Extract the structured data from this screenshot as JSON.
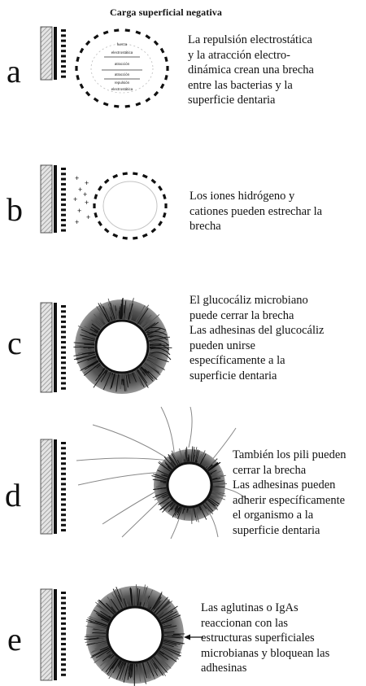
{
  "title": "Carga superficial negativa",
  "panel_a_inner": [
    "fuerza",
    "electrostática",
    "atracción",
    "atracción",
    "repulsión",
    "electrostática"
  ],
  "panels": [
    {
      "letter": "a",
      "text": "La repulsión electrostática\ny la atracción electro-\ndinámica crean una brecha\nentre las bacterias y la\nsuperficie dentaria"
    },
    {
      "letter": "b",
      "text": "Los iones hidrógeno y\ncationes pueden estrechar la\nbrecha"
    },
    {
      "letter": "c",
      "text": "El glucocáliz microbiano\npuede cerrar la brecha\nLas adhesinas del glucocáliz\npueden unirse\nespecíficamente a la\nsuperficie dentaria"
    },
    {
      "letter": "d",
      "text": "También los pili pueden\ncerrar la brecha\nLas adhesinas pueden\nadherir específicamente\nel organismo a la\nsuperficie dentaria"
    },
    {
      "letter": "e",
      "text": "Las aglutinas o IgAs\nreaccionan con las\nestructuras superficiales\nmicrobianas y bloquean las\nadhesinas"
    }
  ]
}
